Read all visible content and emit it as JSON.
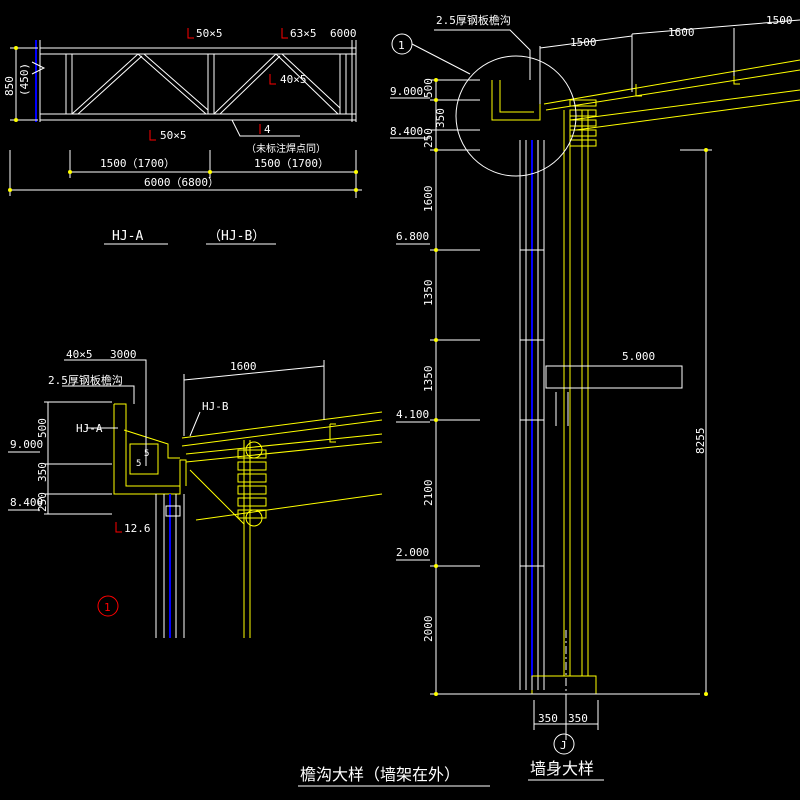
{
  "colors": {
    "background": "#000000",
    "frame": "#ffffff",
    "steel": "#ffff00",
    "hatch": "#0000ff",
    "marker": "#ff0000",
    "dim": "#ffffff"
  },
  "truss": {
    "height_dim": "850",
    "height_dim_b": "(450)",
    "top_chord": "50×5",
    "top_chord_2": "63×5",
    "top_chord_2_len": "6000",
    "diagonal": "40×5",
    "bottom_chord": "50×5",
    "plate": "4",
    "weld_note": "（未标注焊点同）",
    "panel_1": "1500（1700）",
    "panel_2": "1500（1700）",
    "span": "6000（6800）",
    "name_a": "HJ-A",
    "name_b": "（HJ-B）"
  },
  "detail_left": {
    "angle": "40×5",
    "angle_len": "3000",
    "gutter_note": "2.5厚钢板檐沟",
    "span_1600": "1600",
    "label_hja": "HJ-A",
    "label_hjb": "HJ-B",
    "elev_900": "9.000",
    "elev_840": "8.400",
    "dim_500": "500",
    "dim_350": "350",
    "dim_250": "250",
    "weld_5a": "5",
    "weld_5b": "5",
    "channel": "12.6",
    "callout": "1"
  },
  "detail_right": {
    "callout": "1",
    "gutter_note": "2.5厚钢板檐沟",
    "dim_1500": "1500",
    "dim_1600": "1600",
    "dim_1500b": "1500",
    "elev_900": "9.000",
    "elev_840": "8.400",
    "elev_680": "6.800",
    "elev_500": "5.000",
    "elev_410": "4.100",
    "elev_200": "2.000",
    "dim_500": "500",
    "dim_350": "350",
    "dim_250": "250",
    "dim_1600v": "1600",
    "dim_1350a": "1350",
    "dim_1350b": "1350",
    "dim_2100": "2100",
    "dim_2000": "2000",
    "dim_8255": "8255",
    "dim_350l": "350",
    "dim_350r": "350",
    "axis": "J"
  },
  "titles": {
    "eave_title": "檐沟大样（墙架在外）",
    "wall_title": "墙身大样"
  }
}
